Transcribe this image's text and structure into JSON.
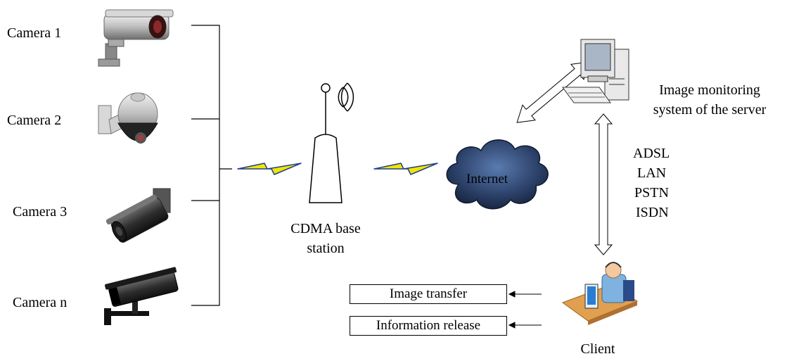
{
  "cameras": [
    {
      "label": "Camera 1",
      "icon": "bullet-camera-icon"
    },
    {
      "label": "Camera 2",
      "icon": "dome-camera-icon"
    },
    {
      "label": "Camera 3",
      "icon": "box-camera-icon"
    },
    {
      "label": "Camera n",
      "icon": "long-bullet-camera-icon"
    }
  ],
  "base_station": {
    "line1": "CDMA base",
    "line2": "station",
    "icon": "cell-tower-icon"
  },
  "internet": {
    "label": "Internet",
    "icon": "cloud-icon"
  },
  "server": {
    "line1": "Image monitoring",
    "line2": "system of the server",
    "icon": "desktop-computer-icon"
  },
  "links": [
    "ADSL",
    "LAN",
    "PSTN",
    "ISDN"
  ],
  "client": {
    "label": "Client",
    "icon": "operator-workstation-icon"
  },
  "outputs": [
    "Image transfer",
    "Information release"
  ],
  "colors": {
    "lightning": "#f2e600",
    "lightning_stroke": "#1f3f8f",
    "cloud": "#1c2c4c"
  }
}
